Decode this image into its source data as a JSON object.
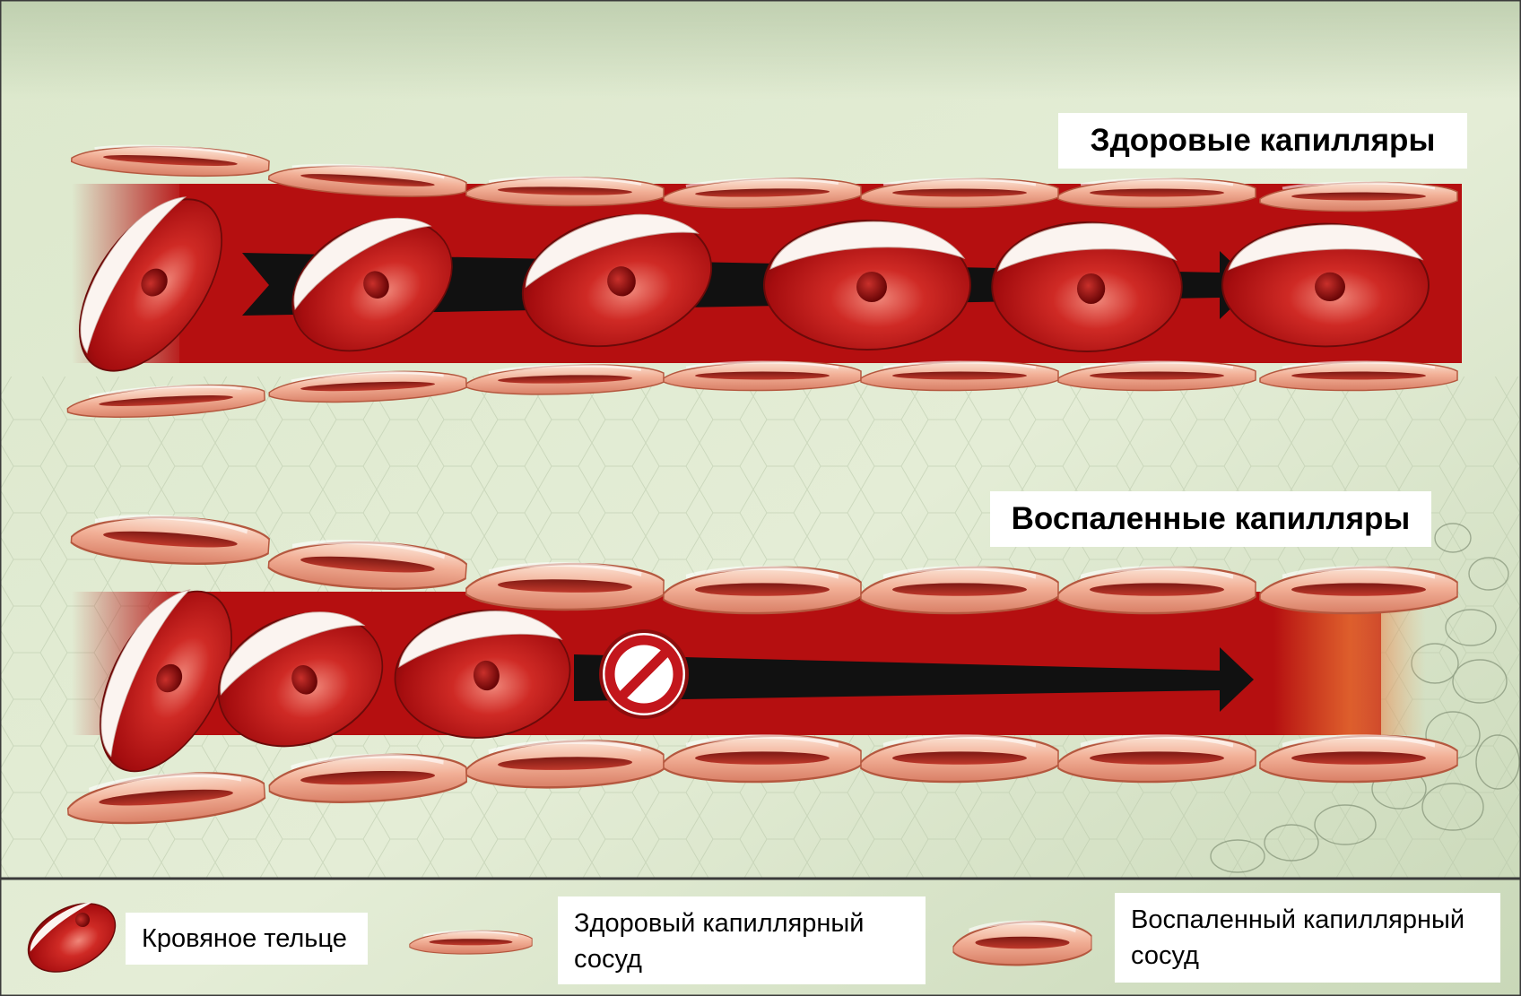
{
  "titles": {
    "healthy": "Здоровые капилляры",
    "inflamed": "Воспаленные капилляры"
  },
  "legend": {
    "blood_cell": "Кровяное тельце",
    "healthy_vessel": "Здоровый капиллярный сосуд",
    "inflamed_vessel": "Воспаленный капиллярный сосуд"
  },
  "colors": {
    "background": "#dfead0",
    "blood": "#b50f10",
    "cell_red": "#b71415",
    "arrow": "#111111",
    "endothelial": "#eea58a",
    "border": "#3a3a3a"
  },
  "icons": {
    "blocked": "no-entry-sign-icon"
  }
}
